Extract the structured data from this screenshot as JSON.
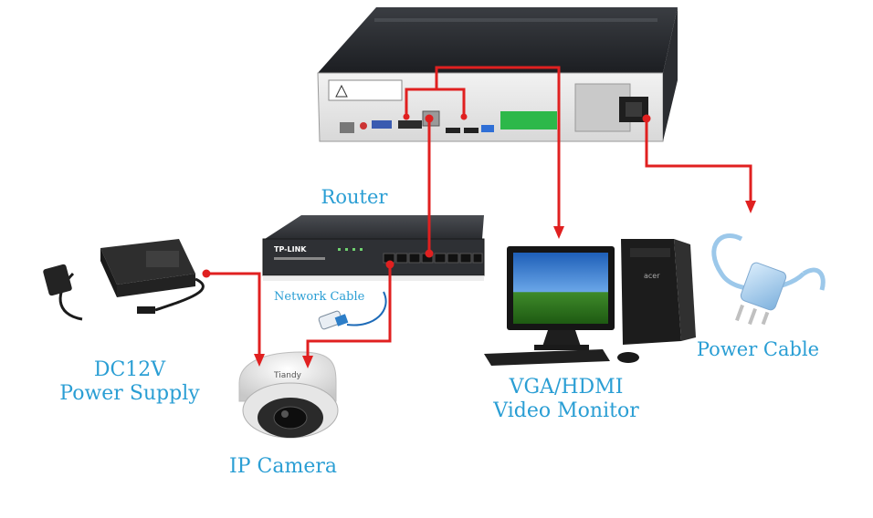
{
  "labels": {
    "router": "Router",
    "network_cable": "Network Cable",
    "power_supply_line1": "DC12V",
    "power_supply_line2": "Power Supply",
    "ip_camera": "IP Camera",
    "monitor_line1": "VGA/HDMI",
    "monitor_line2": "Video Monitor",
    "power_cable": "Power Cable"
  },
  "device_text": {
    "router_brand": "TP-LINK",
    "camera_brand": "Tiandy",
    "pc_brand": "acer"
  },
  "colors": {
    "connector": "#e02020",
    "label": "#2a9ed4"
  }
}
